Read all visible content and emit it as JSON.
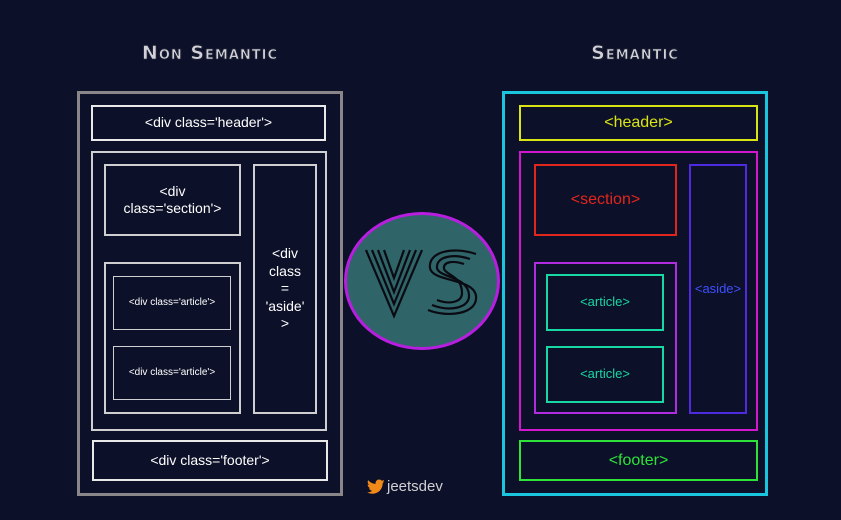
{
  "titles": {
    "left": "Non Semantic",
    "right": "Semantic"
  },
  "non_semantic": {
    "header": "<div class='header'>",
    "section": "<div class='section'>",
    "aside": "<div class = 'aside' >",
    "article_1": "<div class='article'>",
    "article_2": "<div class='article'>",
    "footer": "<div class='footer'>"
  },
  "semantic": {
    "header": "<header>",
    "section": "<section>",
    "aside": "<aside>",
    "article_1": "<article>",
    "article_2": "<article>",
    "footer": "<footer>"
  },
  "vs_label": "VS",
  "credit": {
    "handle": "jeetsdev",
    "icon": "twitter-icon"
  },
  "colors": {
    "background": "#0c1028",
    "ns_border": "#cfcfd2",
    "s_outer": "#19c6de",
    "s_header": "#d9e414",
    "s_body": "#d317cf",
    "s_section": "#e2261d",
    "s_aside": "#4f2be0",
    "s_article_wrap": "#b12ce0",
    "s_article": "#18d8a4",
    "s_footer": "#2de33a",
    "vs_fill": "#2f6468",
    "vs_border": "#b81ee0"
  }
}
